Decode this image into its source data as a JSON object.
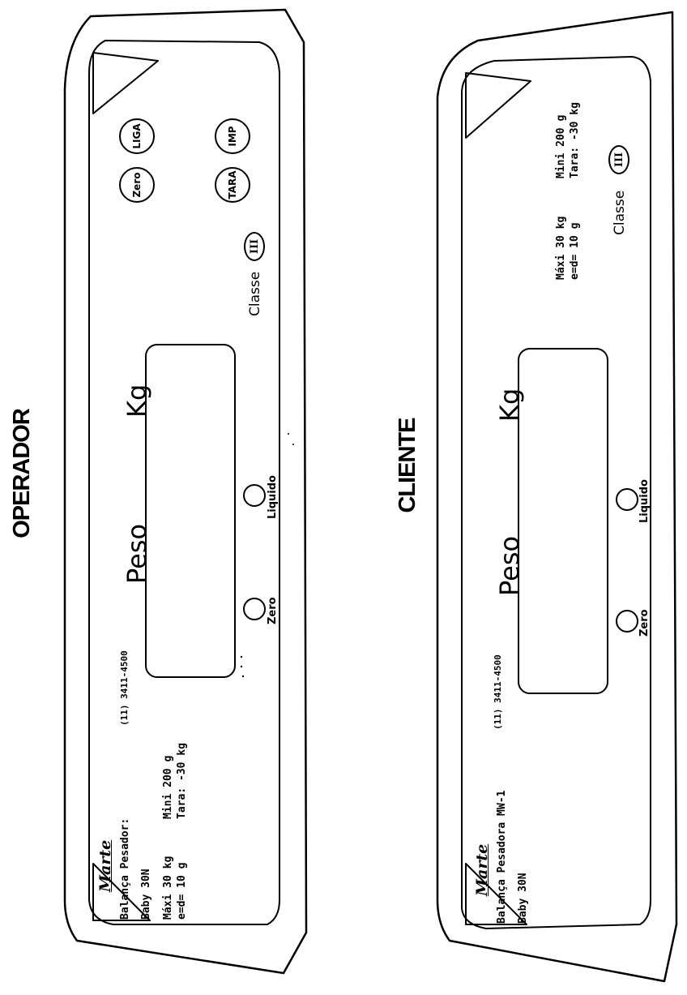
{
  "operador": {
    "heading": "OPERADOR",
    "brand": "Marte",
    "model_line": "Balança Pesador:",
    "model_name": "Baby 30N",
    "max": "Máxi 30 kg",
    "min": "Mini 200 g",
    "e": "e=d= 10 g",
    "tara": "Tara: -30 kg",
    "phone": "(11) 3411-4500",
    "peso": "Peso",
    "unit": "Kg",
    "led_zero_label": "Zero",
    "led_liquido_label": "Liquido",
    "btn_zero": "Zero",
    "btn_liga": "LIGA",
    "btn_tara": "TARA",
    "btn_imp": "IMP",
    "classe": "Classe",
    "classe_num": "III"
  },
  "cliente": {
    "heading": "CLIENTE",
    "brand": "Marte",
    "model_line": "Balança Pesadora MW-1",
    "model_name": "Baby 30N",
    "max": "Máxi 30 kg",
    "min": "Mini 200 g",
    "e": "e=d= 10 g",
    "tara": "Tara: -30 kg",
    "phone": "(11) 3411-4500",
    "peso": "Peso",
    "unit": "Kg",
    "led_zero_label": "Zero",
    "led_liquido_label": "Liquido",
    "classe": "Classe",
    "classe_num": "III"
  }
}
